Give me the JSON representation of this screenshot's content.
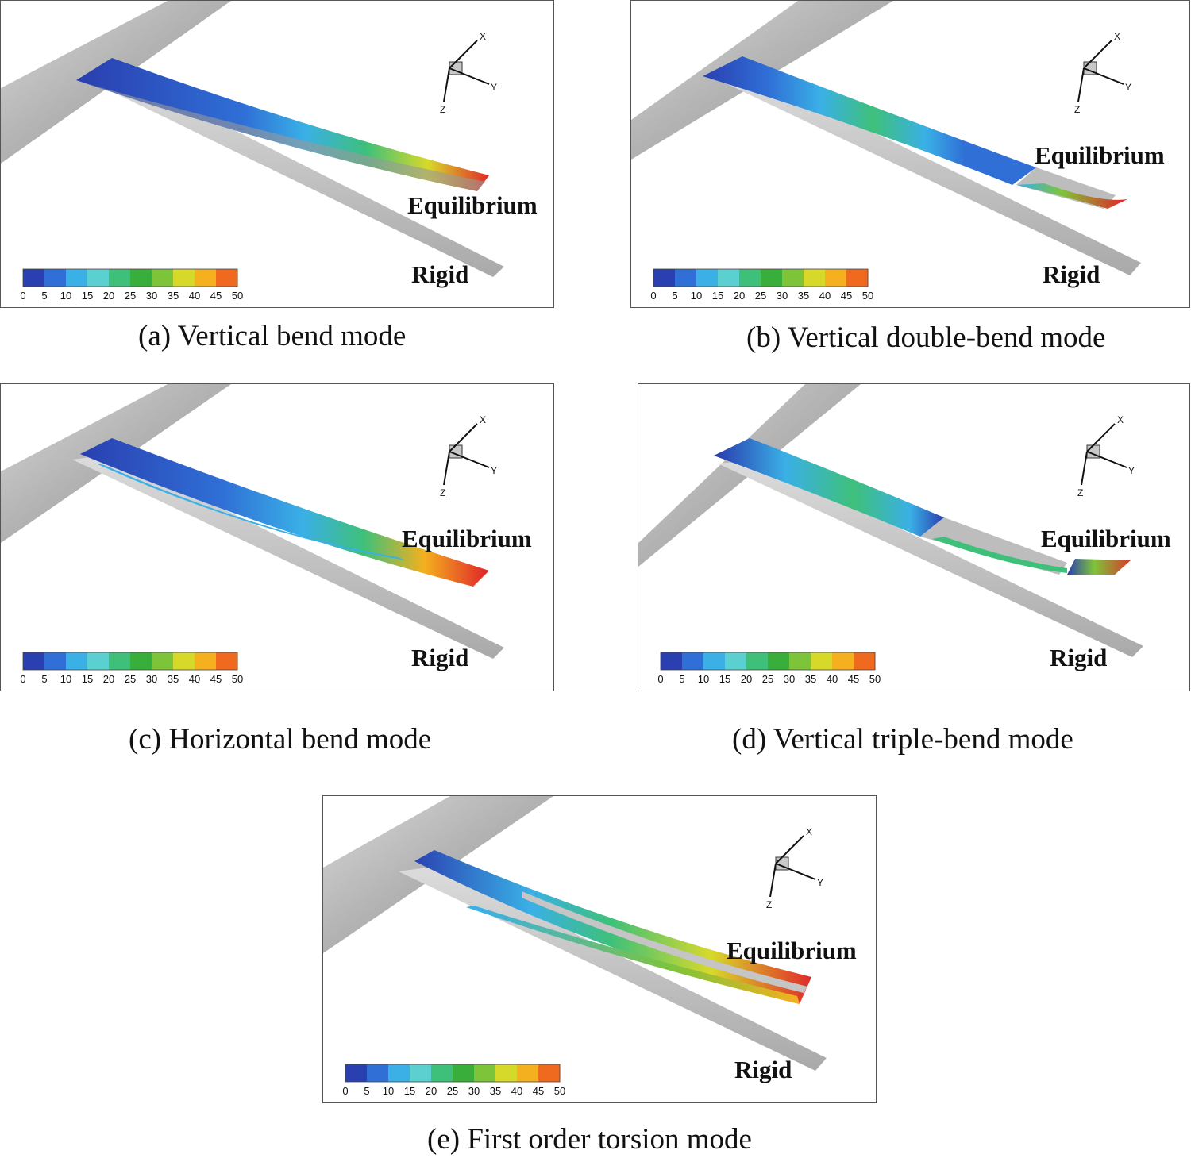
{
  "labels": {
    "equilibrium": "Equilibrium",
    "rigid": "Rigid"
  },
  "axes": {
    "x": "X",
    "y": "Y",
    "z": "Z"
  },
  "colorbar": {
    "ticks": [
      "0",
      "5",
      "10",
      "15",
      "20",
      "25",
      "30",
      "35",
      "40",
      "45",
      "50"
    ],
    "colors": [
      "#2a3fb0",
      "#2f6fd6",
      "#3ab0e6",
      "#5ccfd0",
      "#3ec07a",
      "#3aae3a",
      "#7ec43a",
      "#d7d92a",
      "#f4b01e",
      "#ef6a1e",
      "#e12a2a"
    ]
  },
  "panels": [
    {
      "id": "a",
      "caption": "(a) Vertical bend mode"
    },
    {
      "id": "b",
      "caption": "(b) Vertical double-bend mode"
    },
    {
      "id": "c",
      "caption": "(c) Horizontal bend mode"
    },
    {
      "id": "d",
      "caption": "(d) Vertical triple-bend mode"
    },
    {
      "id": "e",
      "caption": "(e) First order torsion mode"
    }
  ]
}
